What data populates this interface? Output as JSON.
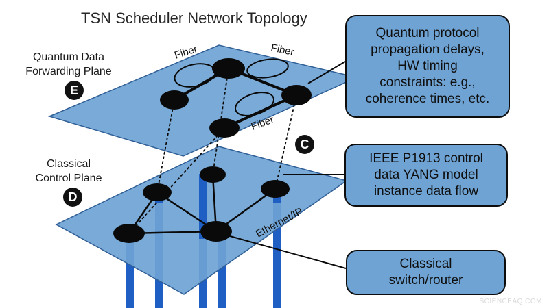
{
  "title": "TSN Scheduler Network Topology",
  "planes": {
    "quantum": {
      "label_lines": [
        "Quantum Data",
        "Forwarding Plane"
      ],
      "badge": "E"
    },
    "classical": {
      "label_lines": [
        "Classical",
        "Control Plane"
      ],
      "badge": "D"
    }
  },
  "link_labels": {
    "fiber_left": "Fiber",
    "fiber_right": "Fiber",
    "fiber_bottom": "Fiber",
    "ethernet": "Ethernet/IP"
  },
  "badge_c": "C",
  "callouts": {
    "quantum_constraints": {
      "lines": [
        "Quantum protocol",
        "propagation delays,",
        "HW timing",
        "constraints: e.g.,",
        "coherence times, etc."
      ]
    },
    "yang_model": {
      "lines": [
        "IEEE P1913 control",
        "data YANG model",
        "instance data flow"
      ]
    },
    "switch_router": {
      "lines": [
        "Classical",
        "switch/router"
      ]
    }
  },
  "watermark": "SCIENCEAQ.COM",
  "colors": {
    "plane_fill": "#6fa3d4",
    "plane_stroke": "#2f5f96",
    "post_blue": "#1f5fc4",
    "node": "#0a0a0a",
    "callout_fill": "#6fa3d4"
  }
}
